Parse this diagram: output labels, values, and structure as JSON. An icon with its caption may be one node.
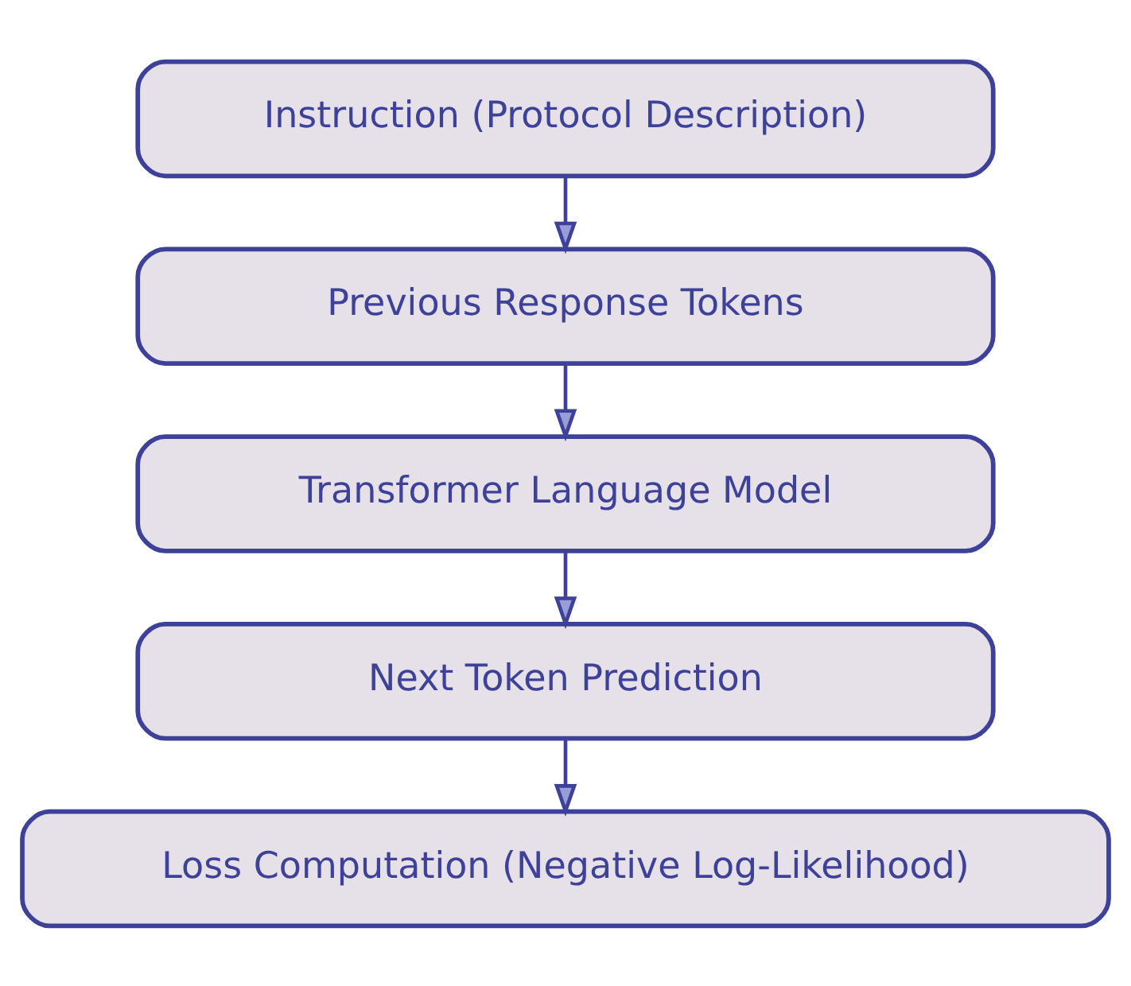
{
  "diagram": {
    "nodes": [
      {
        "text": [
          "Instruction (Protocol Description)"
        ]
      },
      {
        "text": [
          "Previous Response Tokens"
        ]
      },
      {
        "text": [
          "Transformer Language Model"
        ]
      },
      {
        "text": [
          "Next Token Prediction"
        ]
      },
      {
        "text": [
          "Loss Computation (Negative Log-Likelihood)"
        ]
      }
    ],
    "edges": [
      {
        "from": 0,
        "to": 1,
        "arrow": "to"
      },
      {
        "from": 1,
        "to": 2,
        "arrow": "to"
      },
      {
        "from": 2,
        "to": 3,
        "arrow": "to"
      },
      {
        "from": 3,
        "to": 4,
        "arrow": "to"
      }
    ]
  }
}
